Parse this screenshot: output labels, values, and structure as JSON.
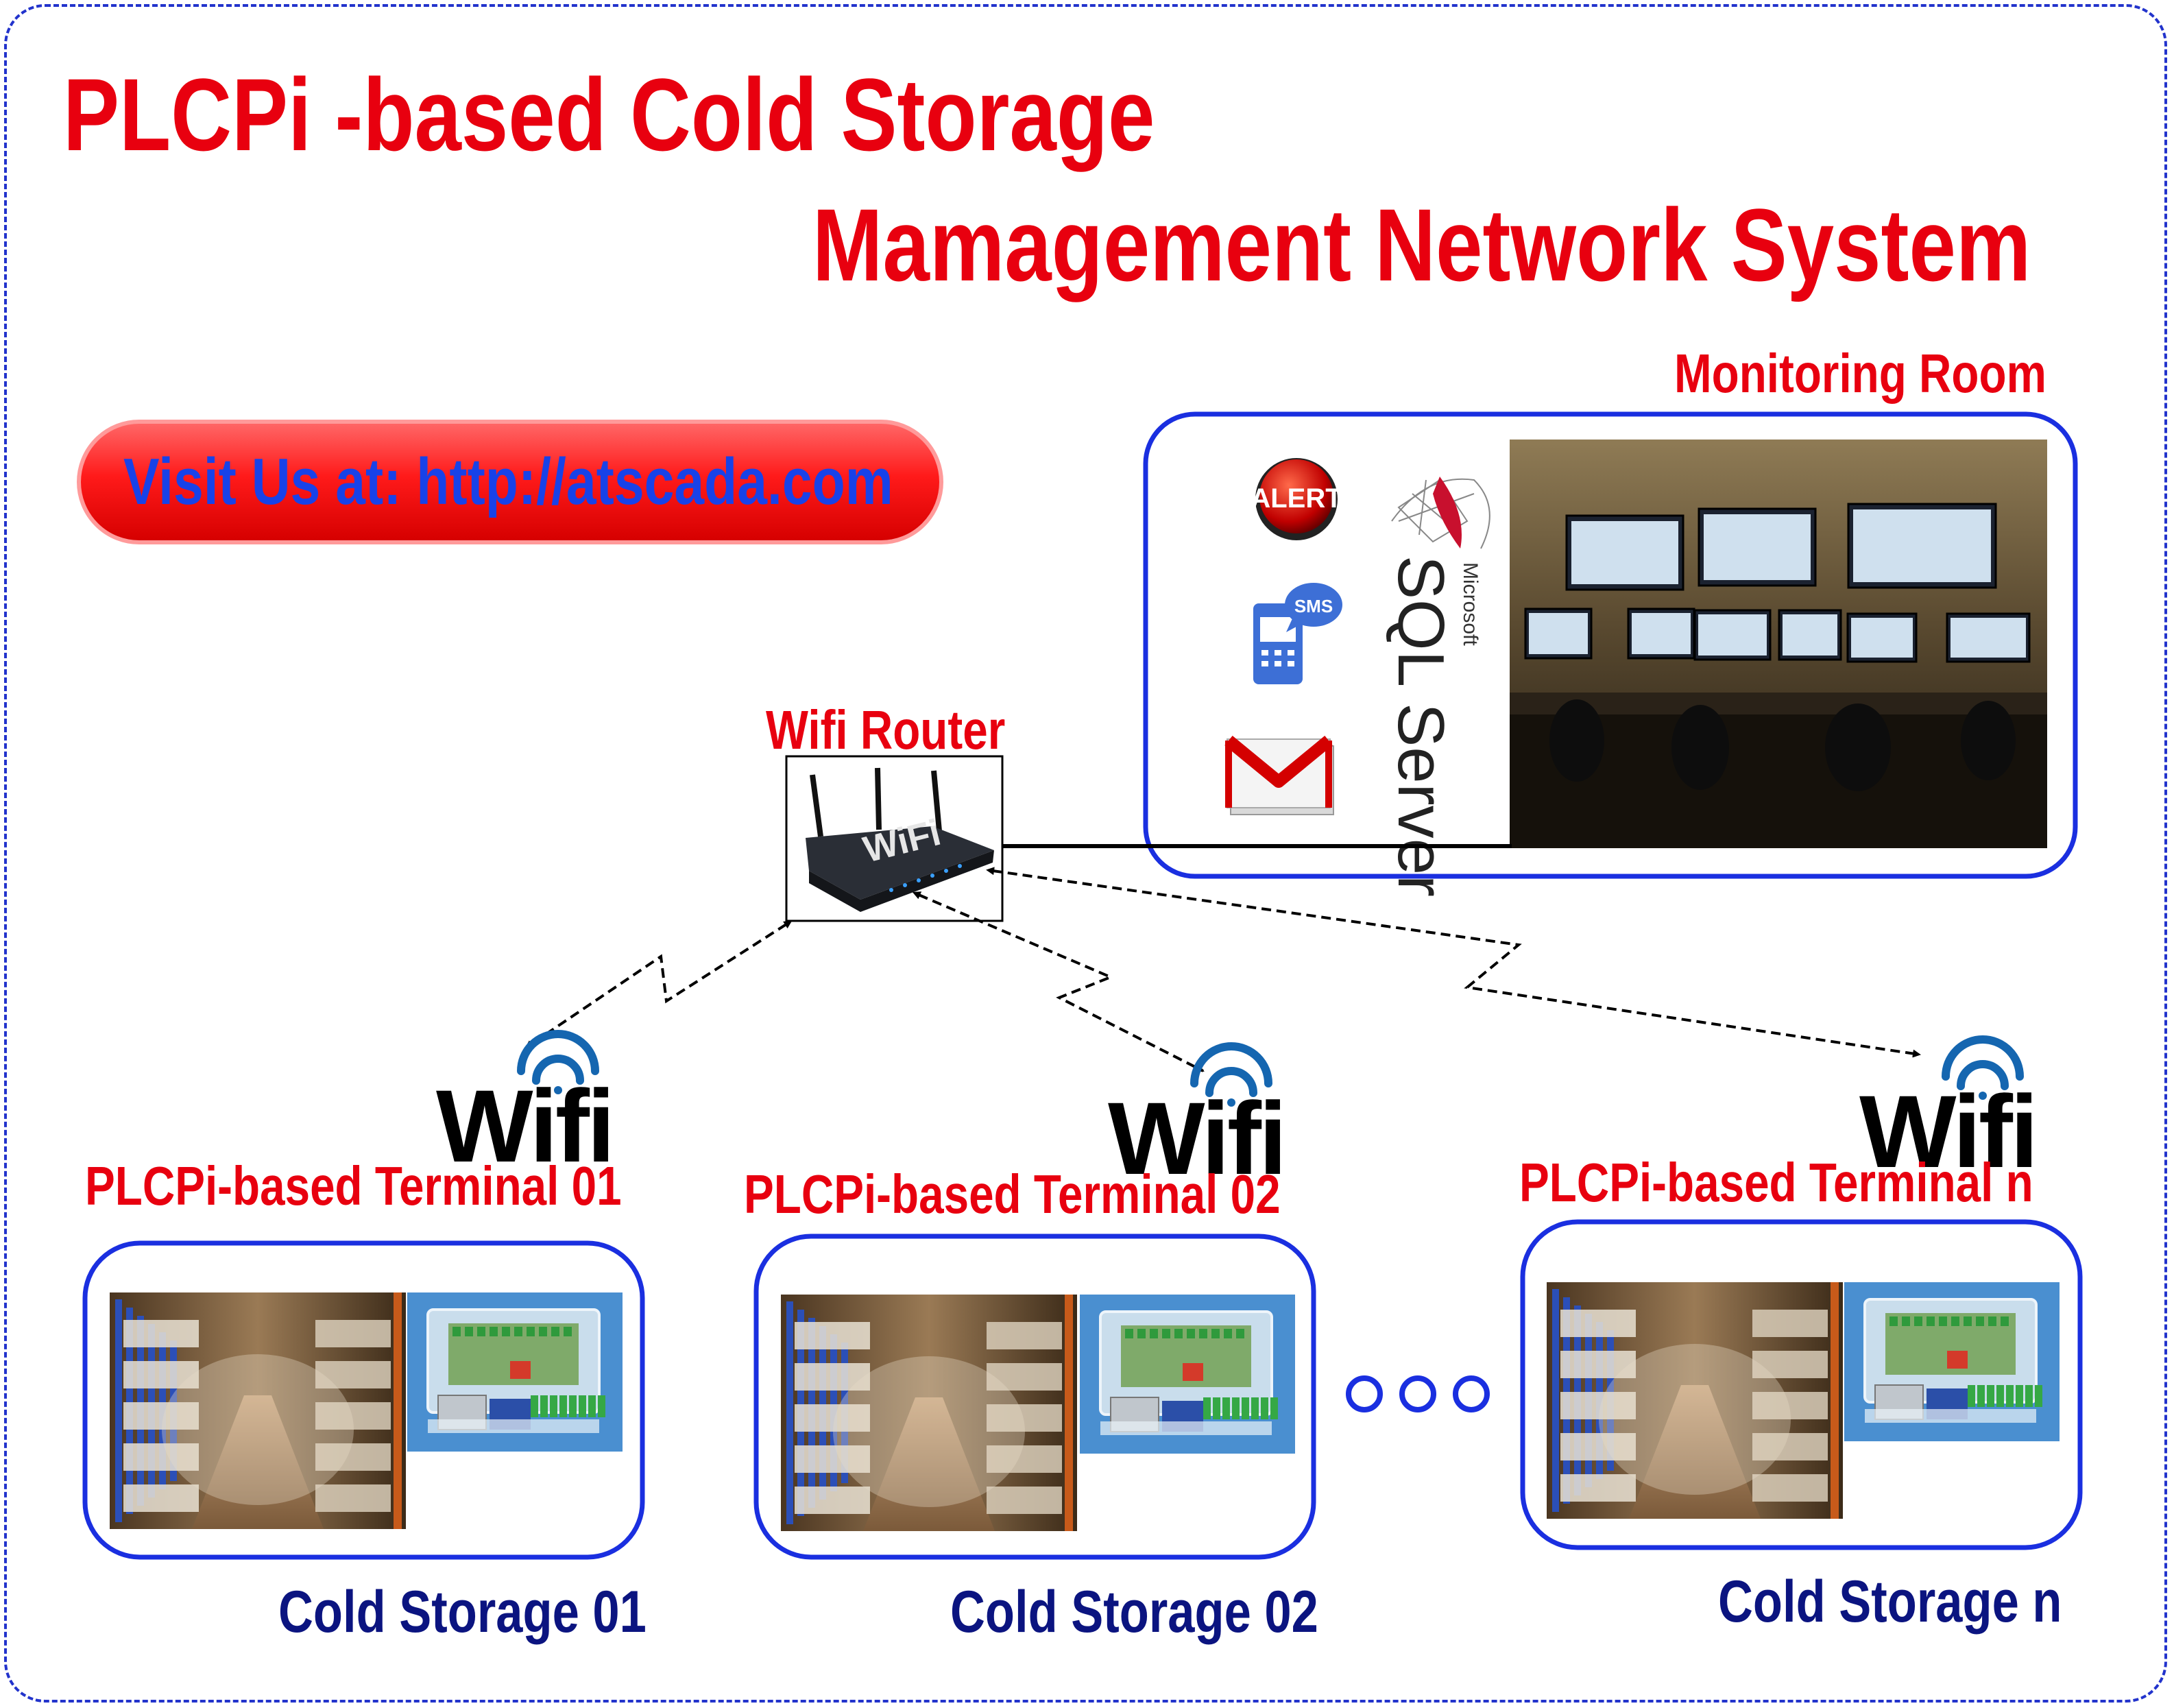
{
  "title_line1": "PLCPi -based Cold Storage",
  "title_line2": "Mamagement Network System",
  "visit_text": "Visit Us at: http://atscada.com",
  "monitoring_room_label": "Monitoring Room",
  "wifi_router_label": "Wifi Router",
  "router_badge": "WiFi",
  "alert_icon_text": "ALERT",
  "sms_icon_text": "SMS",
  "sql_server": {
    "vendor": "Microsoft",
    "product": "SQL Server"
  },
  "wifi_word": "Wifi",
  "terminals": [
    {
      "label": "PLCPi-based Terminal 01",
      "storage": "Cold Storage 01"
    },
    {
      "label": "PLCPi-based Terminal 02",
      "storage": "Cold Storage 02"
    },
    {
      "label": "PLCPi-based Terminal n",
      "storage": "Cold Storage n"
    }
  ],
  "colors": {
    "title_red": "#e8000f",
    "box_blue": "#1a2fe0",
    "label_navy": "#0b1480",
    "frame_blue": "#2233cc"
  }
}
